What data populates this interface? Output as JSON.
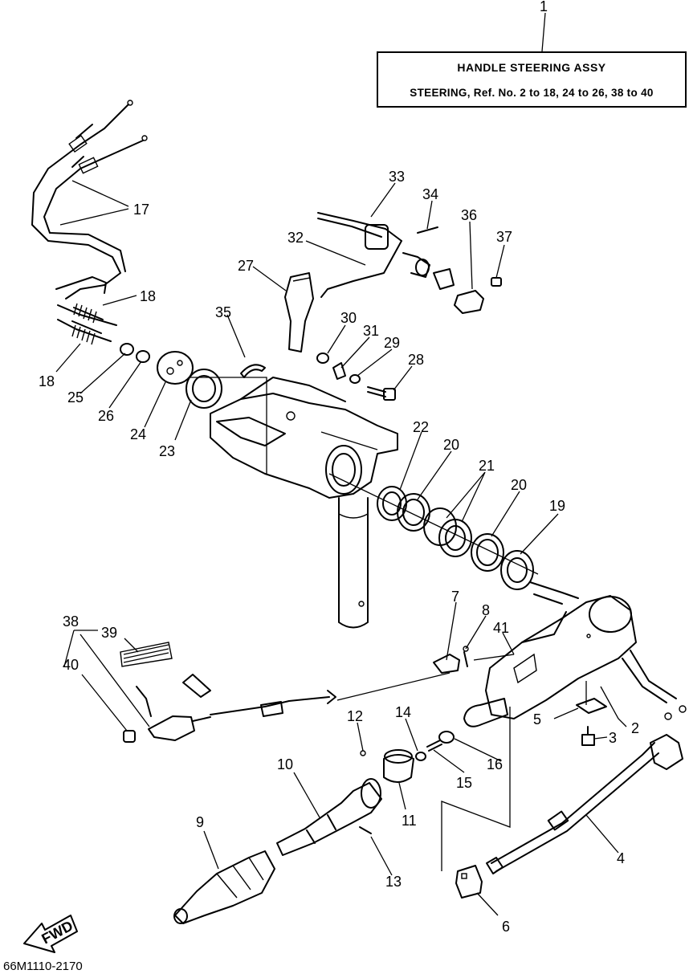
{
  "header": {
    "title": "HANDLE STEERING ASSY",
    "subtitle": "STEERING, Ref. No. 2 to 18, 24 to 26, 38 to 40"
  },
  "drawing_code": "66M1110-2170",
  "fwd_label": "FWD",
  "callouts": [
    "1",
    "2",
    "3",
    "4",
    "5",
    "6",
    "7",
    "8",
    "9",
    "10",
    "11",
    "12",
    "13",
    "14",
    "15",
    "16",
    "17",
    "18",
    "18",
    "19",
    "20",
    "20",
    "21",
    "22",
    "23",
    "24",
    "25",
    "26",
    "27",
    "28",
    "29",
    "30",
    "31",
    "32",
    "33",
    "34",
    "35",
    "36",
    "37",
    "38",
    "39",
    "40",
    "41"
  ]
}
